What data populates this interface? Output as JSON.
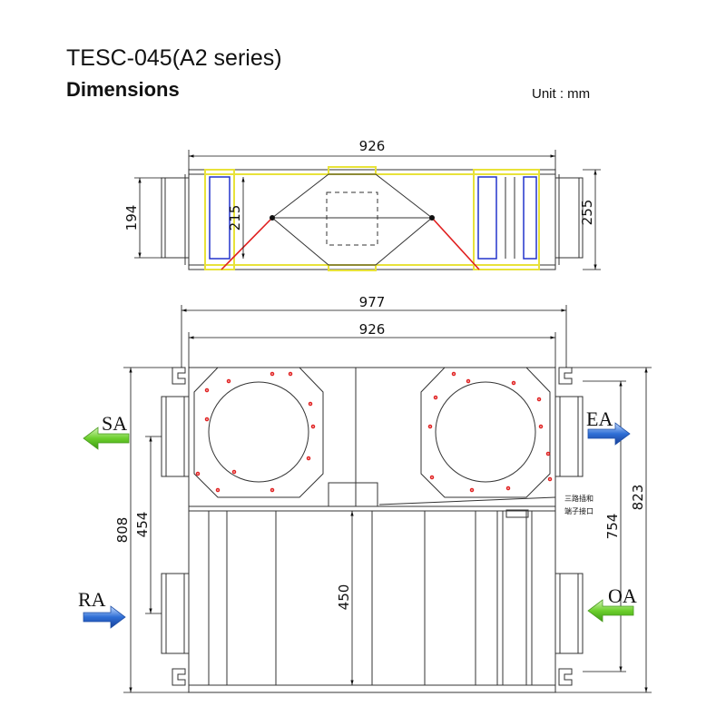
{
  "header": {
    "model": "TESC-045(A2 series)",
    "section": "Dimensions",
    "unit": "Unit : mm"
  },
  "top_view": {
    "width": "926",
    "duct_height": "194",
    "inner_height": "215",
    "total_height": "255"
  },
  "front_view": {
    "overall_width": "977",
    "body_width": "926",
    "total_height": "823",
    "port_span_left": "808",
    "port_spacing_left": "454",
    "port_spacing_right": "754",
    "lower_section_height": "450",
    "terminal_note_line1": "三路插和",
    "terminal_note_line2": "端子接口"
  },
  "airflows": {
    "sa": "SA",
    "ea": "EA",
    "ra": "RA",
    "oa": "OA"
  },
  "colors": {
    "supply_arrow": "#7ccf3a",
    "exhaust_arrow": "#2f6fd6",
    "outline_yellow": "#e8e23a",
    "red_marks": "#e02020",
    "filter_blue": "#2233cc"
  }
}
